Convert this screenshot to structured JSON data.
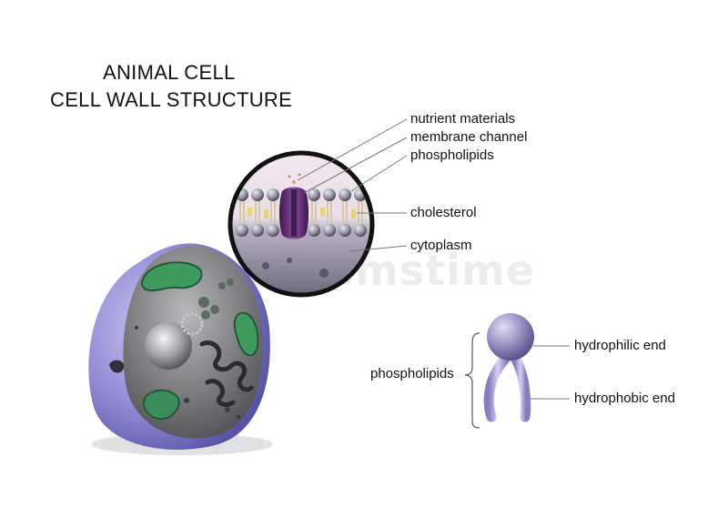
{
  "title": {
    "line1": "ANIMAL CELL",
    "line2": "CELL WALL STRUCTURE"
  },
  "membrane_labels": {
    "nutrient": "nutrient materials",
    "channel": "membrane channel",
    "phospholipids": "phospholipids",
    "cholesterol": "cholesterol",
    "cytoplasm": "cytoplasm"
  },
  "phospholipid_diagram": {
    "group_label": "phospholipids",
    "head_label": "hydrophilic end",
    "tail_label": "hydrophobic end"
  },
  "watermark": "dreamstime",
  "colors": {
    "head": "#8c82b5",
    "tail": "#b3a6d6",
    "channel": "#5d2a6b",
    "cell_body": "#6f6f72",
    "cell_shell": "#7d78c8",
    "organelle_green": "#3a8c5a",
    "line": "#555555"
  },
  "icons": [
    "animal-cell-illustration",
    "membrane-magnifier",
    "phospholipid-molecule"
  ]
}
